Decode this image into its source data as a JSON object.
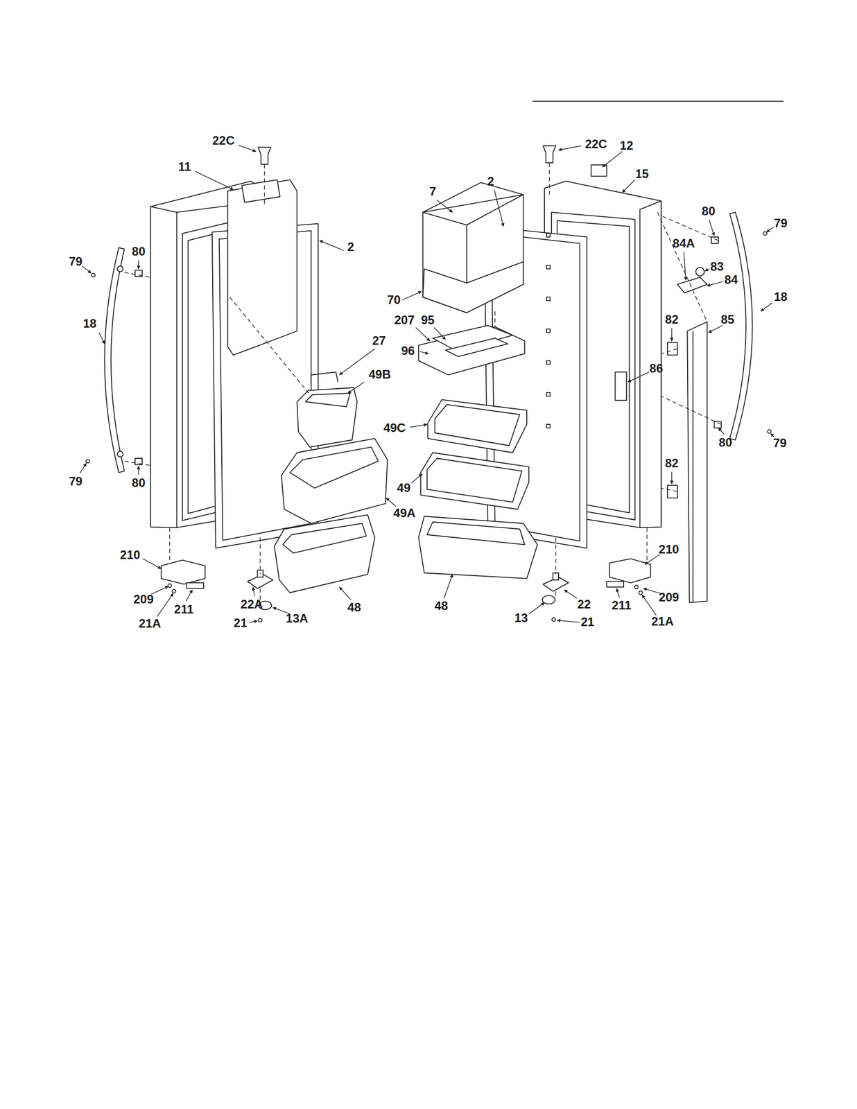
{
  "diagram": {
    "labels": [
      "22C",
      "22C",
      "12",
      "11",
      "15",
      "2",
      "7",
      "80",
      "79",
      "2",
      "80",
      "79",
      "84A",
      "83",
      "84",
      "18",
      "18",
      "70",
      "82",
      "85",
      "207",
      "95",
      "96",
      "27",
      "49B",
      "86",
      "49C",
      "80",
      "79",
      "82",
      "49",
      "79",
      "80",
      "49A",
      "210",
      "210",
      "209",
      "211",
      "22A",
      "48",
      "48",
      "22",
      "211",
      "209",
      "21A",
      "21",
      "13A",
      "13",
      "21",
      "21A"
    ]
  }
}
